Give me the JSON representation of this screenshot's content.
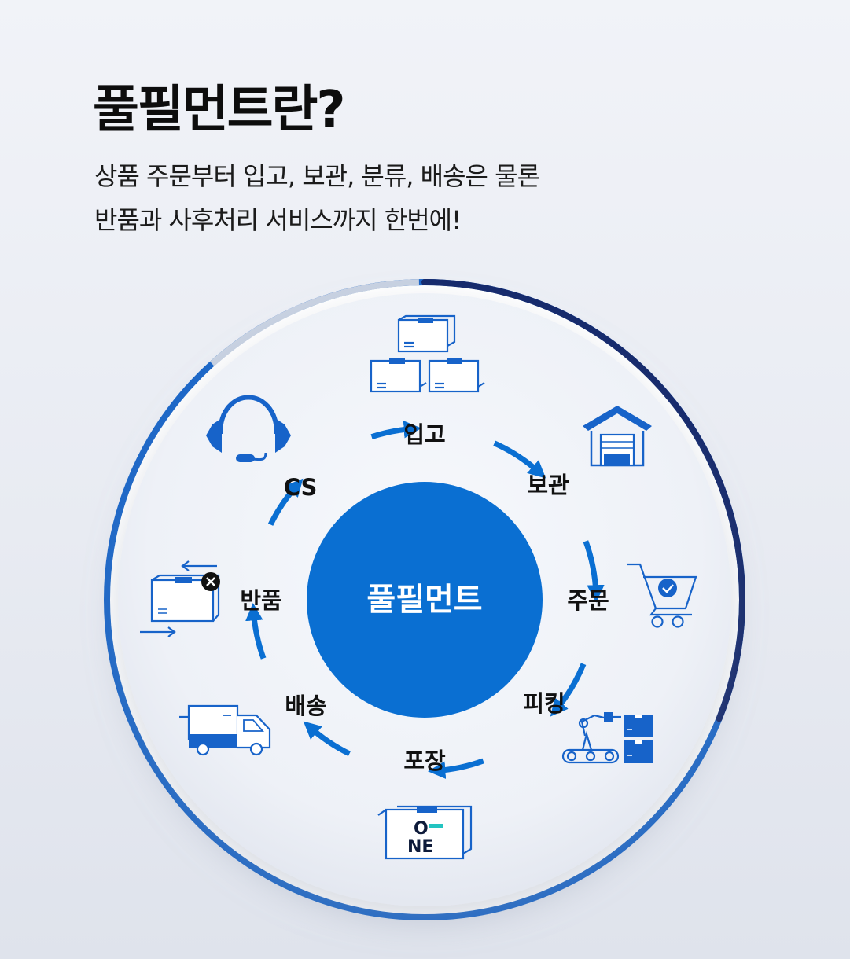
{
  "heading": {
    "title": "풀필먼트란?",
    "line1": "상품 주문부터 입고, 보관, 분류, 배송은 물론",
    "line2": "반품과 사후처리 서비스까지 한번에!"
  },
  "diagram": {
    "center_label": "풀필먼트",
    "steps": [
      "입고",
      "보관",
      "주문",
      "피킹",
      "포장",
      "배송",
      "반품",
      "CS"
    ],
    "logo": {
      "top": "O",
      "bottom": "NE"
    }
  },
  "colors": {
    "accent": "#0a6fd2",
    "navy": "#152a6e",
    "icon": "#1763c9",
    "dark": "#0e1b3a"
  }
}
